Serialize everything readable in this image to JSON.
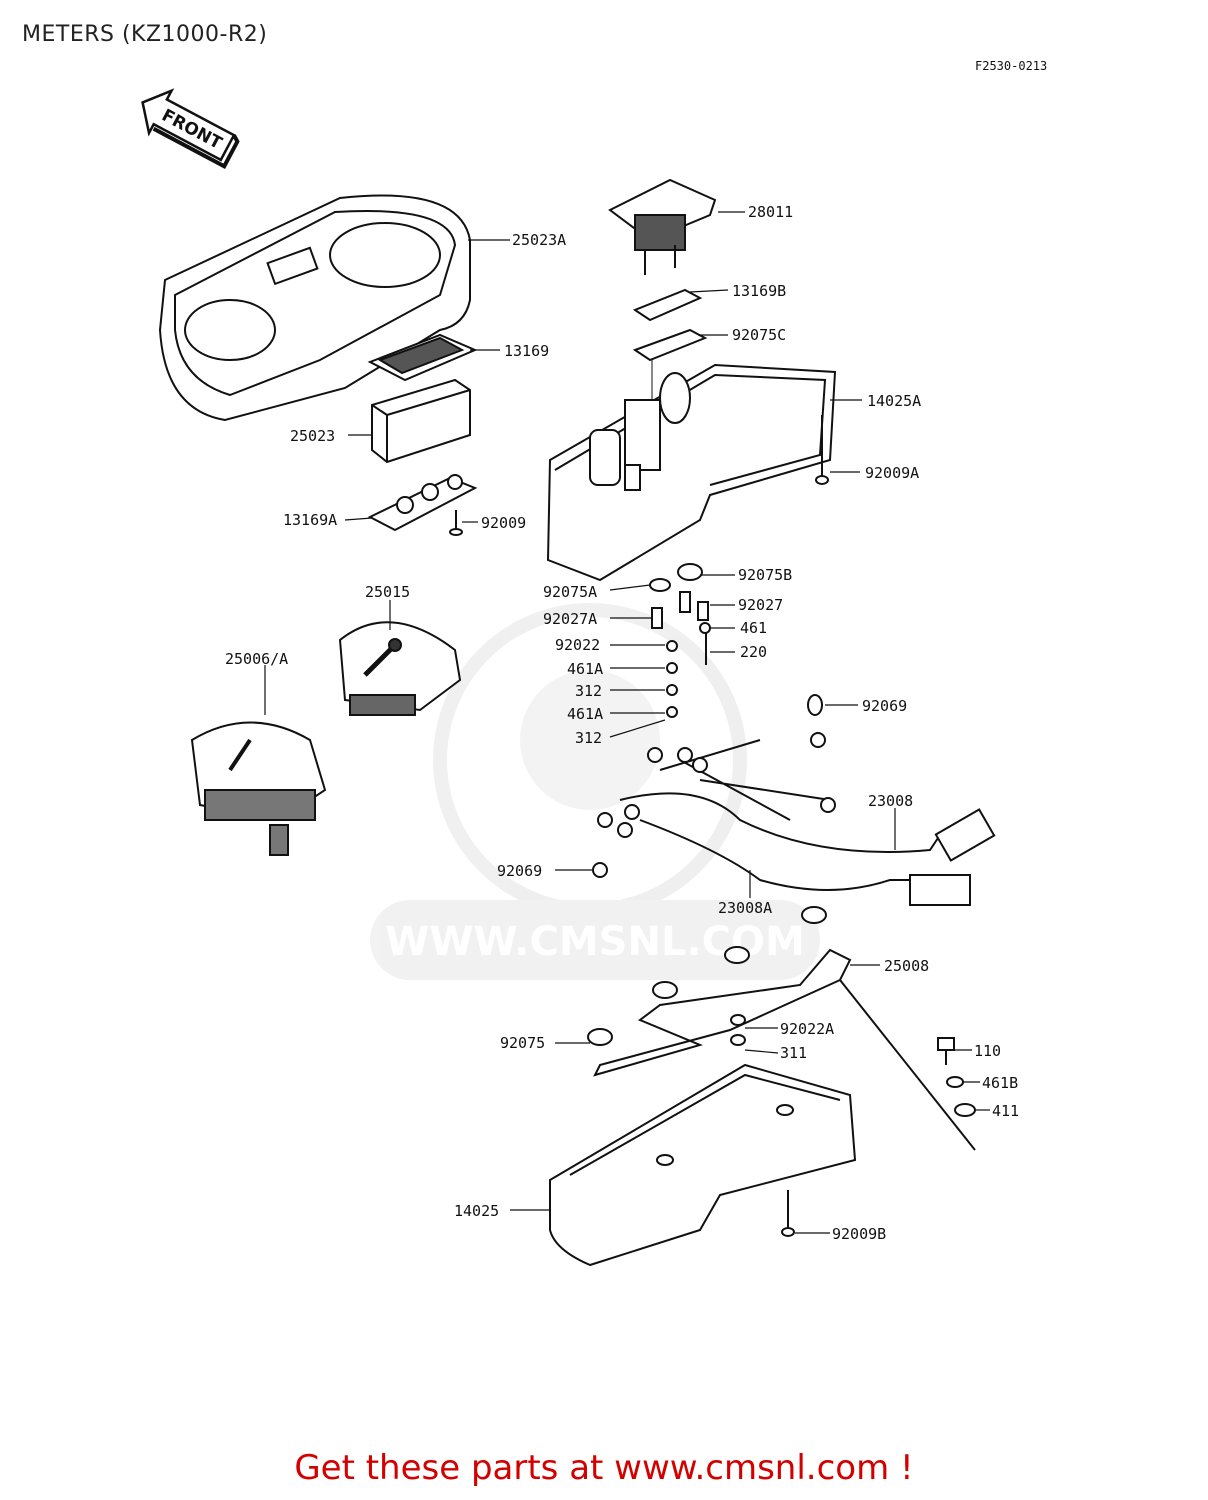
{
  "title": "METERS (KZ1000-R2)",
  "figure_code": "F2530-0213",
  "direction_arrow": {
    "label": "FRONT",
    "icon": "front-arrow-icon"
  },
  "watermark": "WWW.CMSNL.COM",
  "parts": {
    "p28011": "28011",
    "p13169B": "13169B",
    "p92075C": "92075C",
    "p14025A": "14025A",
    "p92009A": "92009A",
    "p25023A": "25023A",
    "p13169": "13169",
    "p25023": "25023",
    "p13169A": "13169A",
    "p92009": "92009",
    "p25015": "25015",
    "p25006A": "25006/A",
    "p92075B": "92075B",
    "p92075A": "92075A",
    "p92027": "92027",
    "p92027A": "92027A",
    "p461": "461",
    "p92022": "92022",
    "p220": "220",
    "p461A_1": "461A",
    "p312_1": "312",
    "p461A_2": "461A",
    "p312_2": "312",
    "p92069_1": "92069",
    "p23008": "23008",
    "p92069_2": "92069",
    "p23008A": "23008A",
    "p25008": "25008",
    "p92022A": "92022A",
    "p92075": "92075",
    "p311": "311",
    "p110": "110",
    "p461B": "461B",
    "p411": "411",
    "p14025": "14025",
    "p92009B": "92009B"
  },
  "footer": "Get these parts at www.cmsnl.com !"
}
